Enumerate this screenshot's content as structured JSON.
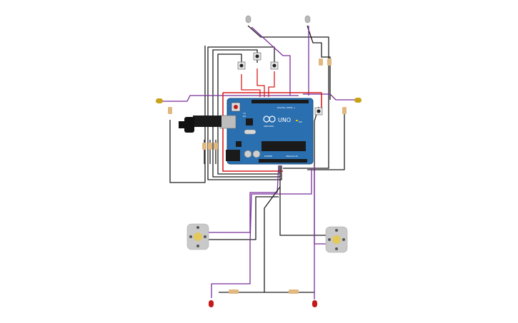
{
  "board": {
    "logo_text": "UNO",
    "brand_text": "ARDUINO",
    "digital_label": "DIGITAL (PWM~)",
    "analog_label": "ANALOG IN",
    "power_label": "POWER",
    "tx_label": "TX",
    "rx_label": "RX",
    "on_label": "ON"
  },
  "colors": {
    "board": "#2a6fb0",
    "board_edge": "#1c4f80",
    "wire_black": "#1f1f1f",
    "wire_purple": "#7a2f9a",
    "wire_red": "#d81e1e",
    "led_yellow": "#c7a318",
    "led_red": "#c41a1a",
    "led_gray": "#b8b8b8",
    "motor": "#c9c9c9"
  },
  "components": {
    "leds": [
      {
        "id": "led-top-left",
        "color": "gray"
      },
      {
        "id": "led-top-right",
        "color": "gray"
      },
      {
        "id": "led-left",
        "color": "yellow"
      },
      {
        "id": "led-right",
        "color": "yellow"
      },
      {
        "id": "led-bottom-left",
        "color": "red"
      },
      {
        "id": "led-bottom-right",
        "color": "red"
      }
    ],
    "buttons": [
      "button-1",
      "button-2",
      "button-3",
      "button-4"
    ],
    "motors": [
      "motor-left",
      "motor-right"
    ]
  }
}
